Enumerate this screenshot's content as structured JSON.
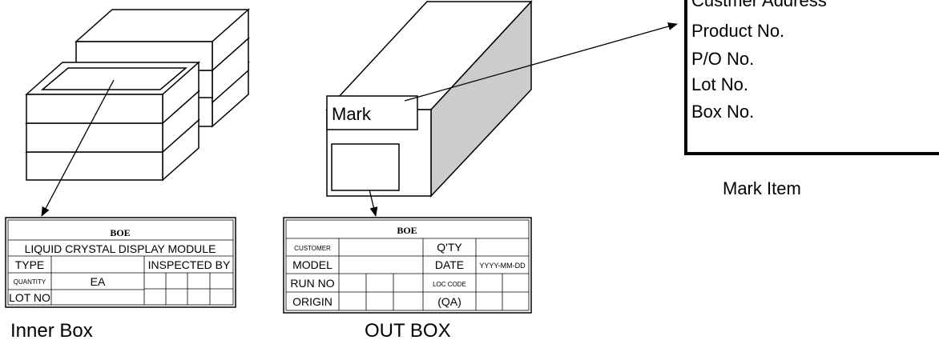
{
  "inner_box": {
    "caption": "Inner Box",
    "label": {
      "brand": "BOE",
      "subtitle": "LIQUID CRYSTAL DISPLAY MODULE",
      "type_label": "TYPE",
      "inspected_by_label": "INSPECTED BY",
      "quantity_label": "QUANTITY",
      "quantity_unit": "EA",
      "lot_no_label": "LOT NO"
    }
  },
  "out_box": {
    "caption": "OUT BOX",
    "mark_label": "Mark",
    "label": {
      "brand": "BOE",
      "customer_label": "CUSTOMER",
      "qty_label": "Q'TY",
      "model_label": "MODEL",
      "date_label": "DATE",
      "date_format": "YYYY-MM-DD",
      "run_no_label": "RUN NO",
      "loc_code_label": "LOC CODE",
      "origin_label": "ORIGIN",
      "qa_label": "(QA)"
    }
  },
  "mark_item": {
    "caption": "Mark Item",
    "items": [
      "Custmer Address",
      "Product No.",
      "P/O No.",
      "Lot No.",
      "Box No."
    ]
  }
}
